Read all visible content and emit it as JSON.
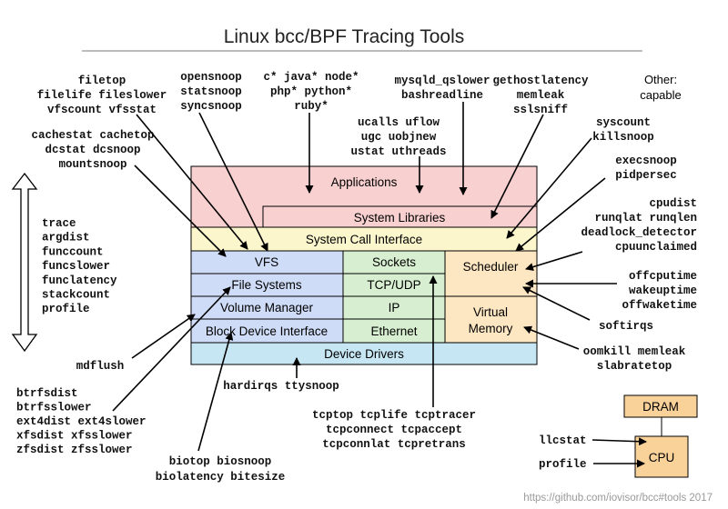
{
  "title": "Linux bcc/BPF Tracing Tools",
  "credit": "https://github.com/iovisor/bcc#tools 2017",
  "colors": {
    "applications": "#f9d0d0",
    "syscall": "#fbf6cc",
    "vfs_blue": "#cfdcf7",
    "net_green": "#d7efd0",
    "sched_orange": "#fde6c2",
    "drivers_blue": "#c7e6f4",
    "dram_cpu": "#f9d29a"
  },
  "layers": {
    "applications": "Applications",
    "system_libraries": "System Libraries",
    "system_call_interface": "System Call Interface",
    "vfs": "VFS",
    "file_systems": "File Systems",
    "volume_manager": "Volume Manager",
    "block_device_interface": "Block Device Interface",
    "sockets": "Sockets",
    "tcp_udp": "TCP/UDP",
    "ip": "IP",
    "ethernet": "Ethernet",
    "scheduler": "Scheduler",
    "virtual_memory_1": "Virtual",
    "virtual_memory_2": "Memory",
    "device_drivers": "Device Drivers",
    "dram": "DRAM",
    "cpu": "CPU"
  },
  "tool_groups": {
    "filetop": [
      "filetop",
      "filelife fileslower",
      "vfscount vfsstat"
    ],
    "cachestat": [
      "cachestat cachetop",
      "dcstat dcsnoop",
      "mountsnoop"
    ],
    "opensnoop": [
      "opensnoop",
      "statsnoop",
      "syncsnoop"
    ],
    "languages": [
      "c* java* node*",
      "php* python*",
      "ruby*"
    ],
    "ucalls": [
      "ucalls uflow",
      "ugc uobjnew",
      "ustat uthreads"
    ],
    "mysql": [
      "mysqld_qslower",
      "bashreadline"
    ],
    "gethostlatency": [
      "gethostlatency",
      "memleak",
      "sslsniff"
    ],
    "other": [
      "Other:",
      "capable"
    ],
    "syscount": [
      "syscount",
      "killsnoop"
    ],
    "execsnoop": [
      "execsnoop",
      "pidpersec"
    ],
    "cpudist": [
      "cpudist",
      "runqlat runqlen",
      "deadlock_detector",
      "cpuunclaimed"
    ],
    "offcputime": [
      "offcputime",
      "wakeuptime",
      "offwaketime"
    ],
    "softirqs": [
      "softirqs"
    ],
    "oomkill": [
      "oomkill memleak",
      "slabratetop"
    ],
    "trace": [
      "trace",
      "argdist",
      "funccount",
      "funcslower",
      "funclatency",
      "stackcount",
      "profile"
    ],
    "mdflush": [
      "mdflush"
    ],
    "btrfs": [
      "btrfsdist",
      "btrfsslower",
      "ext4dist ext4slower",
      "xfsdist xfsslower",
      "zfsdist zfsslower"
    ],
    "hardirqs": [
      "hardirqs ttysnoop"
    ],
    "biotop": [
      "biotop biosnoop",
      "biolatency bitesize"
    ],
    "tcptop": [
      "tcptop tcplife tcptracer",
      "tcpconnect tcpaccept",
      "tcpconnlat tcpretrans"
    ],
    "llcstat": [
      "llcstat"
    ],
    "profile_cpu": [
      "profile"
    ]
  }
}
